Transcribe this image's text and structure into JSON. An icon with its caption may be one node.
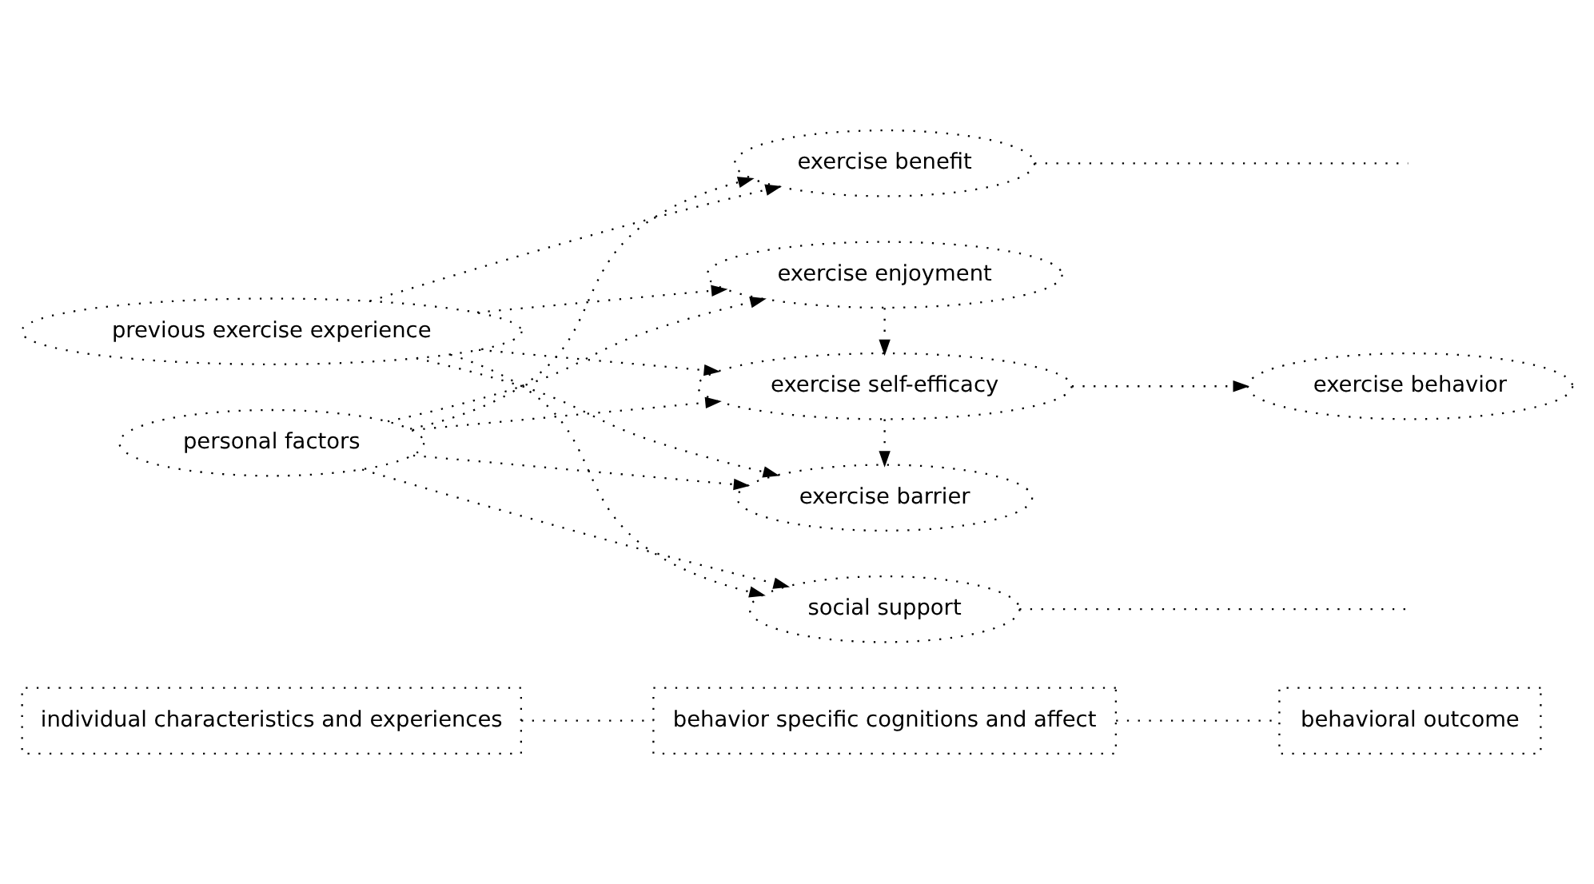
{
  "diagram": {
    "nodes": [
      {
        "text": [
          "individual characteristics and experiences"
        ]
      },
      {
        "text": [
          "behavior specific cognitions and affect"
        ]
      },
      {
        "text": [
          "behavioral outcome"
        ]
      },
      {
        "text": [
          "previous exercise experience"
        ]
      },
      {
        "text": [
          "personal factors"
        ]
      },
      {
        "text": [
          "exercise benefit"
        ]
      },
      {
        "text": [
          "exercise barrier"
        ]
      },
      {
        "text": [
          "exercise self-efficacy"
        ]
      },
      {
        "text": [
          "exercise enjoyment"
        ]
      },
      {
        "text": [
          "social support"
        ]
      },
      {
        "text": [
          "exercise behavior"
        ]
      }
    ],
    "edges": [
      {
        "from": 0,
        "to": 1,
        "arrow": "none"
      },
      {
        "from": 1,
        "to": 2,
        "arrow": "none"
      },
      {
        "from": 3,
        "to": 5,
        "arrow": "to"
      },
      {
        "from": 3,
        "to": 6,
        "arrow": "to"
      },
      {
        "from": 3,
        "to": 7,
        "arrow": "to"
      },
      {
        "from": 3,
        "to": 8,
        "arrow": "to"
      },
      {
        "from": 3,
        "to": 9,
        "arrow": "to"
      },
      {
        "from": 4,
        "to": 5,
        "arrow": "to"
      },
      {
        "from": 4,
        "to": 6,
        "arrow": "to"
      },
      {
        "from": 4,
        "to": 7,
        "arrow": "to"
      },
      {
        "from": 4,
        "to": 8,
        "arrow": "to"
      },
      {
        "from": 4,
        "to": 9,
        "arrow": "to"
      },
      {
        "from": 7,
        "to": 6,
        "arrow": "to"
      },
      {
        "from": 8,
        "to": 7,
        "arrow": "to"
      },
      {
        "from": 7,
        "to": 10,
        "arrow": "to"
      },
      {
        "from": 5,
        "to": null,
        "arrow": "none"
      },
      {
        "from": 9,
        "to": null,
        "arrow": "none"
      }
    ]
  }
}
